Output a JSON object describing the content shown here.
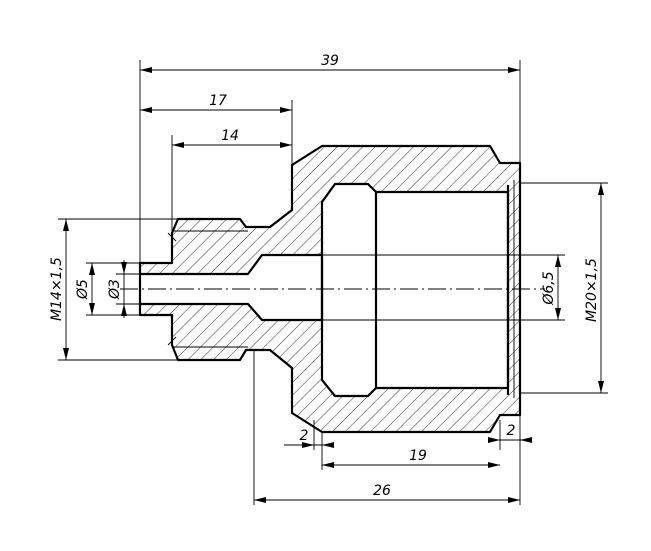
{
  "dimensions": {
    "overall_length": "39",
    "length_17": "17",
    "length_14": "14",
    "length_19": "19",
    "length_26": "26",
    "chamfer_left": "2",
    "chamfer_right": "2",
    "thread_small": "M14×1,5",
    "dia_5": "Ø5",
    "dia_3": "Ø3",
    "dia_6_5": "Ø6,5",
    "thread_large": "M20×1,5"
  }
}
